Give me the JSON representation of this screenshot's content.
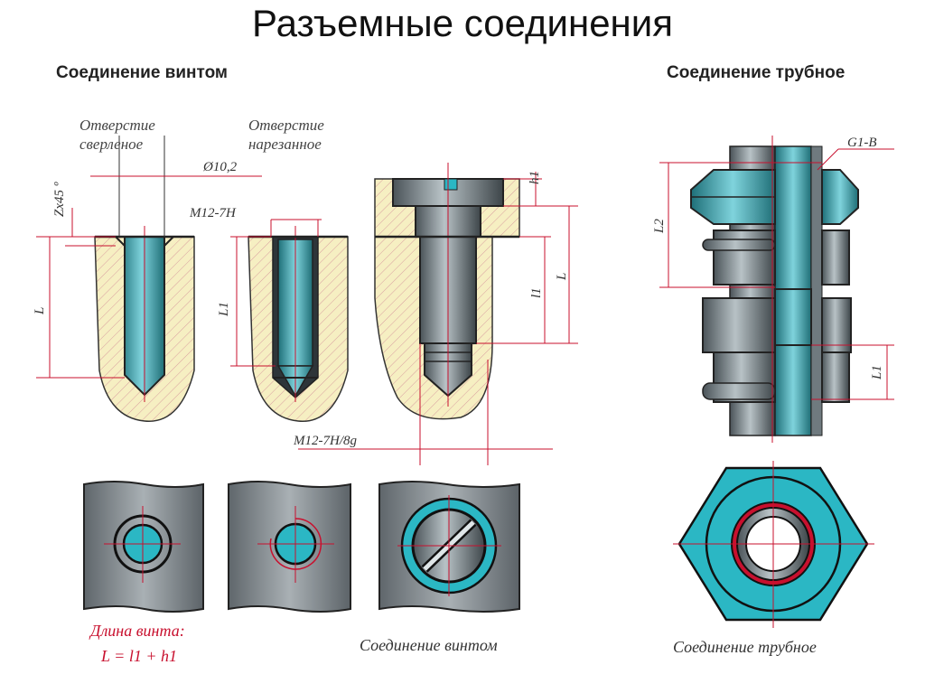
{
  "title": "Разъемные соединения",
  "subtitle_left": "Соединение винтом",
  "subtitle_right": "Соединение трубное",
  "labels": {
    "hole_drilled_1": "Отверстие",
    "hole_drilled_2": "сверленое",
    "hole_threaded_1": "Отверстие",
    "hole_threaded_2": "нарезанное",
    "diameter": "Ø10,2",
    "chamfer": "Zx45 º",
    "thread_internal": "M12-7H",
    "thread_fit": "M12-7H/8g",
    "len_L": "L",
    "len_L1": "L1",
    "len_l1": "l1",
    "len_h1": "h1",
    "pipe_thread": "G1-B",
    "len_L2": "L2"
  },
  "formula": {
    "line1": "Длина винта:",
    "line2": "L = l1 + h1"
  },
  "captions": {
    "screw": "Соединение винтом",
    "pipe": "Соединение трубное"
  },
  "colors": {
    "cyan": "#2bb7c4",
    "hatch_fill": "#f6efc2",
    "hatch_line": "#d9a0a0",
    "red": "#c8102e",
    "steel": "#8a9499"
  }
}
